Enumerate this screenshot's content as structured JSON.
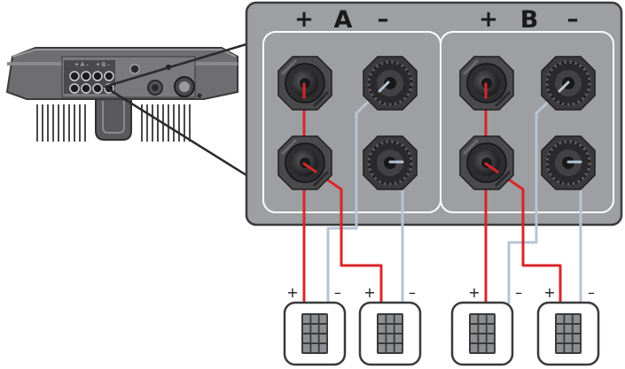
{
  "colors": {
    "panel_fill": "#9d9fa2",
    "panel_border": "#3a3a3a",
    "group_outline": "#ffffff",
    "connector_dark": "#2f2f31",
    "connector_mid": "#48484b",
    "positive_wire": "#d9262b",
    "negative_wire": "#b7c4d3",
    "module_cell": "#8c8e91"
  },
  "groups": [
    {
      "name": "A",
      "plus": "+",
      "minus": "–"
    },
    {
      "name": "B",
      "plus": "+",
      "minus": "–"
    }
  ],
  "module_terminals": {
    "plus": "+",
    "minus": "–"
  },
  "inverter": {
    "port_labels": {
      "a": "+ A –",
      "b": "+ B –"
    },
    "icons": [
      "inverter-device-icon",
      "connection-zoom-callout"
    ]
  },
  "modules": [
    {
      "id": "module-1",
      "icon": "pv-module-icon"
    },
    {
      "id": "module-2",
      "icon": "pv-module-icon"
    },
    {
      "id": "module-3",
      "icon": "pv-module-icon"
    },
    {
      "id": "module-4",
      "icon": "pv-module-icon"
    }
  ]
}
